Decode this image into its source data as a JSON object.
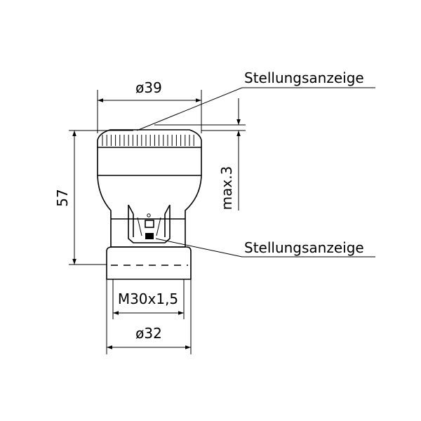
{
  "drawing": {
    "labels": {
      "diameter_top": "ø39",
      "position_indicator_top": "Stellungsanzeige",
      "max_height": "max.3",
      "total_height": "57",
      "position_indicator_bottom": "Stellungsanzeige",
      "thread": "M30x1,5",
      "diameter_bottom": "ø32"
    }
  }
}
